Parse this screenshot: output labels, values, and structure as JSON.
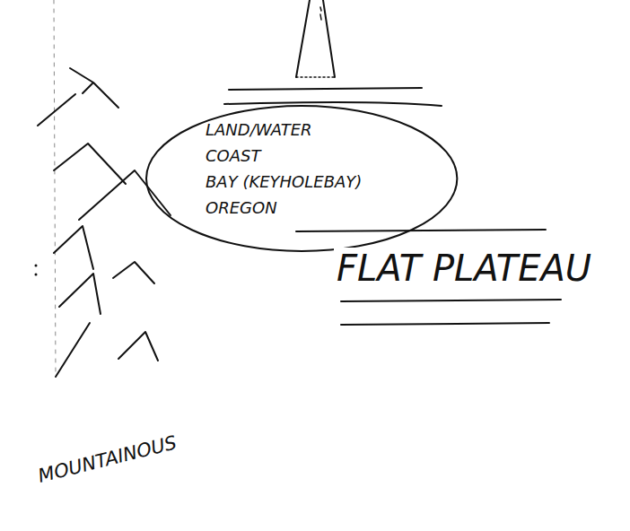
{
  "diagram": {
    "nodes": [
      {
        "text": [
          "LAND/WATER",
          "COAST",
          "BAY (KEYHOLEBAY)",
          "OREGON"
        ]
      }
    ],
    "labels": [
      "FLAT PLATEAU",
      "MOUNTAINOUS"
    ]
  }
}
